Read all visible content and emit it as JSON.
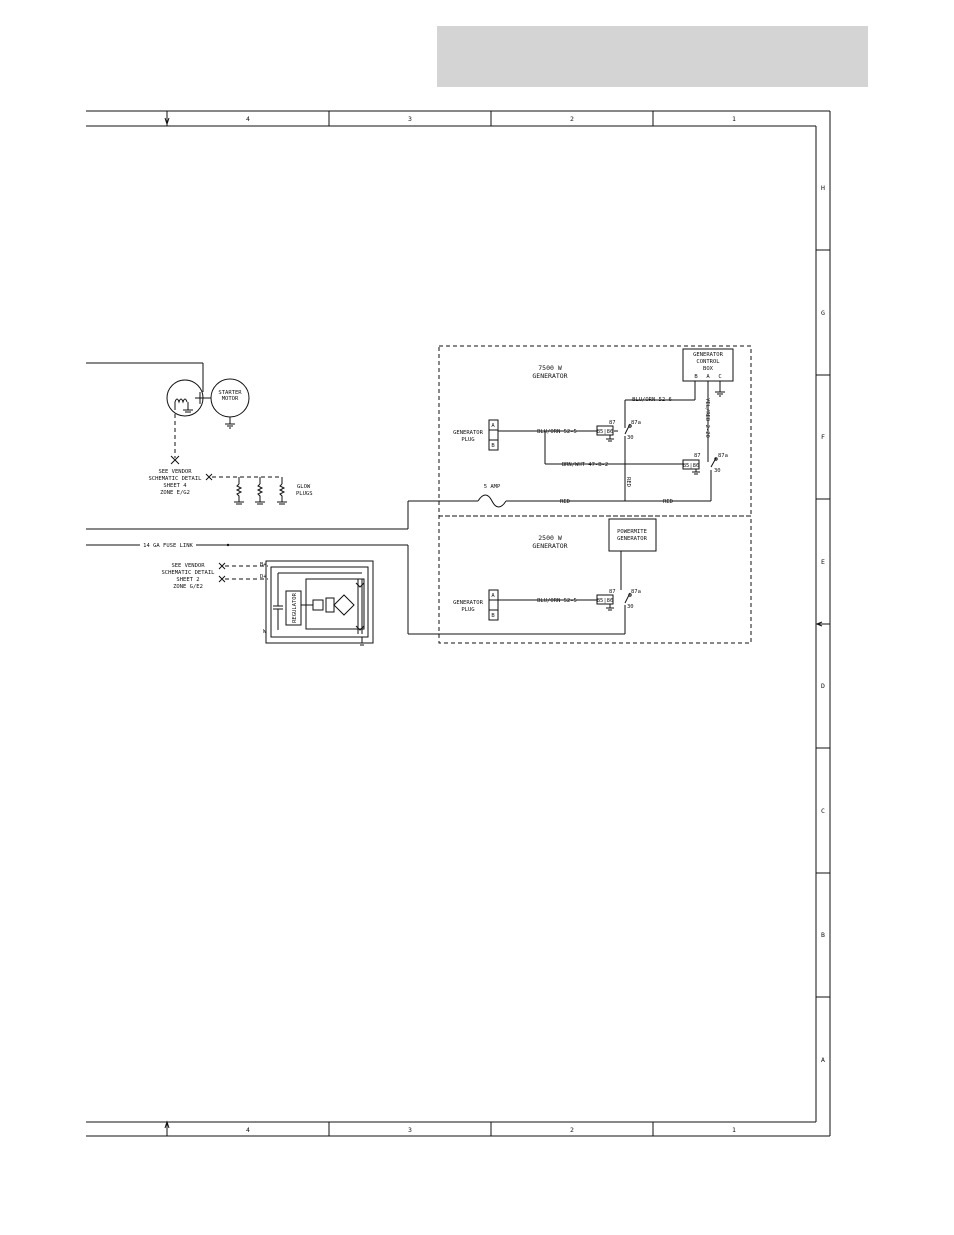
{
  "border": {
    "columns": [
      "4",
      "3",
      "2",
      "1"
    ],
    "rows": [
      "H",
      "G",
      "F",
      "E",
      "D",
      "C",
      "B",
      "A"
    ]
  },
  "starter": {
    "label_1": "STARTER",
    "label_2": "MOTOR"
  },
  "vendor_note_1": {
    "line1": "SEE VENDOR",
    "line2": "SCHEMATIC DETAIL",
    "line3": "SHEET 4",
    "line4": "ZONE E/G2"
  },
  "glow_plugs": {
    "line1": "GLOW",
    "line2": "PLUGS"
  },
  "fuse_link": "14 GA FUSE LINK",
  "vendor_note_2": {
    "line1": "SEE VENDOR",
    "line2": "SCHEMATIC DETAIL",
    "line3": "SHEET 2",
    "line4": "ZONE G/E2"
  },
  "alternator": {
    "terminal_b": "B+",
    "terminal_d": "D+",
    "terminal_w": "W",
    "regulator": "REGULATOR"
  },
  "gen_7500": {
    "title1": "7500 W",
    "title2": "GENERATOR",
    "plug1": "GENERATOR",
    "plug2": "PLUG",
    "pin_a": "A",
    "pin_b": "B",
    "control1": "GENERATOR",
    "control2": "CONTROL",
    "control3": "BOX",
    "term_b": "B",
    "term_a": "A",
    "term_c": "C",
    "wire_blu_orn_52_5": "BLU/ORN 52-5",
    "wire_blu_orn_52_6": "BLU/ORN 52-6",
    "wire_brn_wht": "BRN/WHT 47-B-2",
    "wire_yel_red": "YEL/RED 2-20",
    "wire_red": "RED",
    "fuse": "5 AMP",
    "relay_87": "87",
    "relay_87a": "87a",
    "relay_30": "30",
    "relay_87b": "87",
    "relay_87ab": "87a",
    "relay_30b": "30",
    "relay_box1": "85|86",
    "relay_box2": "85|86"
  },
  "gen_2500": {
    "title1": "2500 W",
    "title2": "GENERATOR",
    "plug1": "GENERATOR",
    "plug2": "PLUG",
    "pin_a": "A",
    "pin_b": "B",
    "powermite1": "POWERMITE",
    "powermite2": "GENERATOR",
    "wire_blu_orn": "BLU/ORN 52-5",
    "relay_87": "87",
    "relay_87a": "87a",
    "relay_30": "30",
    "relay_box": "85|86"
  }
}
